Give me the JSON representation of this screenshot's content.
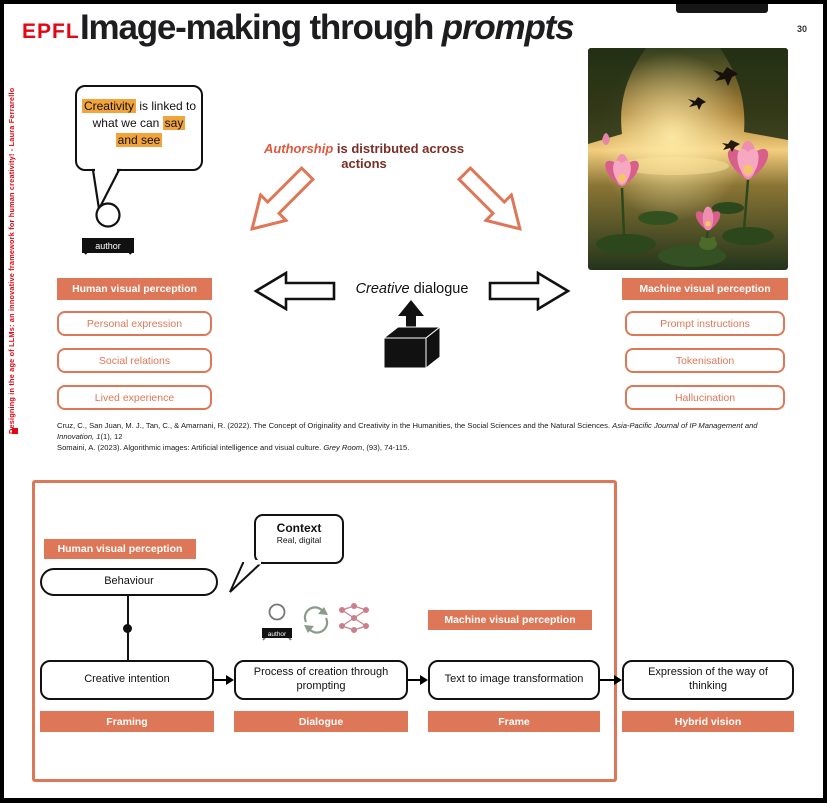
{
  "colors": {
    "accent": "#dd7757",
    "highlight": "#f2a43c",
    "epfl_red": "#e30613"
  },
  "header": {
    "logo": "EPFL",
    "title_regular": "Image-making through ",
    "title_italic": "prompts",
    "page_number": "30"
  },
  "sidebar": {
    "text": "Designing in the age of LLMs: an innovative framework for human creativity! - Laura Ferrarello"
  },
  "top_diagram": {
    "bubble": {
      "h1": "Creativity",
      "t1": " is linked to",
      "t2": "what we can ",
      "h2": "say",
      "h3": "and see"
    },
    "author_label": "author",
    "authorship": {
      "emph": "Authorship",
      "rest": " is distributed across actions"
    },
    "dialogue": {
      "italic": "Creative",
      "rest": " dialogue"
    },
    "human_column": {
      "header": "Human visual perception",
      "items": [
        "Personal expression",
        "Social relations",
        "Lived experience"
      ]
    },
    "machine_column": {
      "header": "Machine visual perception",
      "items": [
        "Prompt instructions",
        "Tokenisation",
        "Hallucination"
      ]
    }
  },
  "citations": [
    {
      "pre": "Cruz, C., San Juan, M. J., Tan, C., & Amarnani, R. (2022). The Concept of Originality and Creativity in the Humanities, the Social Sciences and the Natural Sciences. ",
      "italic": "Asia-Pacific Journal of IP Management and Innovation, 1",
      "post": "(1), 12"
    },
    {
      "pre": "Somaini, A. (2023). Algorithmic images: Artificial intelligence and visual culture. ",
      "italic": "Grey Room",
      "post": ", (93), 74-115."
    }
  ],
  "bottom_diagram": {
    "human_label": "Human visual perception",
    "machine_label": "Machine visual perception",
    "behaviour": "Behaviour",
    "context": {
      "title": "Context",
      "subtitle": "Real, digital"
    },
    "author_label": "author",
    "flow": [
      {
        "box": "Creative intention",
        "tag": "Framing"
      },
      {
        "box": "Process of creation through prompting",
        "tag": "Dialogue"
      },
      {
        "box": "Text to image transformation",
        "tag": "Frame"
      },
      {
        "box": "Expression of the way of thinking",
        "tag": "Hybrid vision"
      }
    ]
  }
}
